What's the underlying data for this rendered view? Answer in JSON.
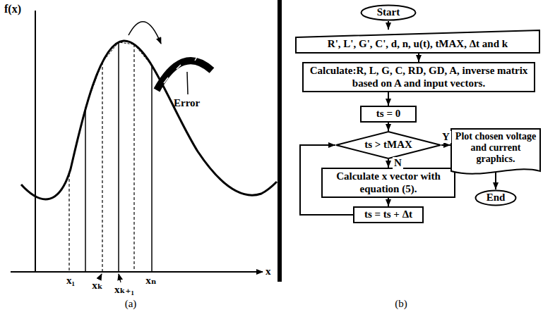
{
  "diagram": {
    "nodes": [
      {
        "text": [
          "Start"
        ]
      },
      {
        "text": [
          "R', L', G', C', d, n, u(t), tMAX, Δt and k"
        ]
      },
      {
        "text": [
          "Calculate:R, L, G, C, RD, GD, A, inverse matrix based on A and input vectors."
        ]
      },
      {
        "text": [
          "ts = 0"
        ]
      },
      {
        "text": [
          "ts > tMAX"
        ]
      },
      {
        "text": [
          "Calculate x vector with equation (5)."
        ]
      },
      {
        "text": [
          "ts = ts + Δt"
        ]
      },
      {
        "text": [
          "Plot chosen voltage and current graphics."
        ]
      },
      {
        "text": [
          "End"
        ]
      }
    ],
    "edges": [
      {
        "from": 0,
        "to": 1,
        "arrow": "to"
      },
      {
        "from": 1,
        "to": 2,
        "arrow": "to"
      },
      {
        "from": 2,
        "to": 3,
        "arrow": "to"
      },
      {
        "from": 3,
        "to": 4,
        "arrow": "to"
      },
      {
        "from": 4,
        "to": 5,
        "label": "N",
        "arrow": "to"
      },
      {
        "from": 4,
        "to": 7,
        "label": "Y",
        "arrow": "to"
      },
      {
        "from": 5,
        "to": 6,
        "arrow": "to"
      },
      {
        "from": 6,
        "to": 4,
        "arrow": "to"
      },
      {
        "from": 7,
        "to": 8,
        "arrow": "to"
      }
    ],
    "labels": [
      "f(x)",
      "Error",
      "x",
      "x₁",
      "xₖ",
      "xₖ₊₁",
      "xₙ",
      "(a)",
      "(b)"
    ]
  }
}
